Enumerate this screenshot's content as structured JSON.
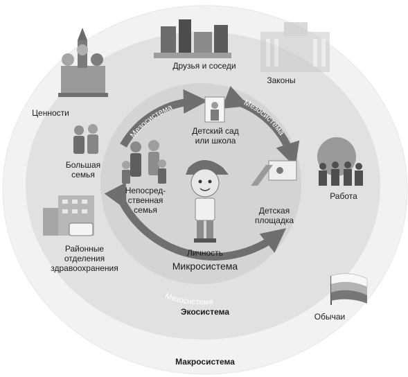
{
  "levels": {
    "macro": "Макросистема",
    "exo": "Экосистема",
    "micro": "Микросистема",
    "meso": "Мезосистема"
  },
  "center": {
    "label": "Личность"
  },
  "micro_items": {
    "kindergarten": "Детский сад\nили школа",
    "family": "Непосред-\nственная\nсемья",
    "playground": "Детская\nплощадка"
  },
  "exo_items": {
    "friends": "Друзья и соседи",
    "extended_family": "Большая\nсемья",
    "work": "Работа",
    "health": "Районные\nотделения\nздравоохранения"
  },
  "macro_items": {
    "values": "Ценности",
    "laws": "Законы",
    "customs": "Обычаи"
  },
  "colors": {
    "outer_ring": "#f2f2f2",
    "mid_ring": "#e1e1e1",
    "inner_disk": "#d4d4d4",
    "arrows": "#6f6f6f"
  }
}
